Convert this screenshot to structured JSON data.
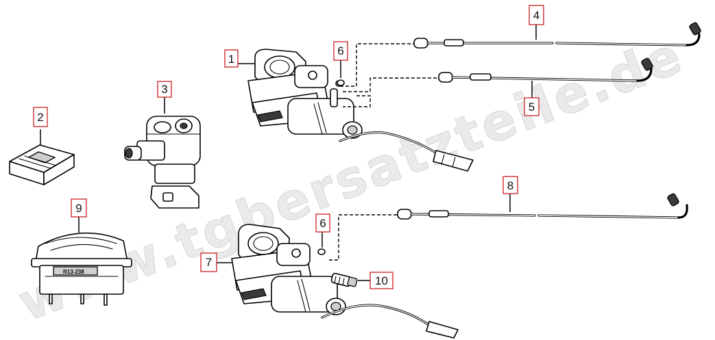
{
  "watermark": "www.tgbersatzteile.de",
  "switch_marking": "R13-238",
  "callouts": [
    {
      "id": "1",
      "label": "1"
    },
    {
      "id": "2",
      "label": "2"
    },
    {
      "id": "3",
      "label": "3"
    },
    {
      "id": "4",
      "label": "4"
    },
    {
      "id": "5",
      "label": "5"
    },
    {
      "id": "6a",
      "label": "6"
    },
    {
      "id": "6b",
      "label": "6"
    },
    {
      "id": "7",
      "label": "7"
    },
    {
      "id": "8",
      "label": "8"
    },
    {
      "id": "9",
      "label": "9"
    },
    {
      "id": "10",
      "label": "10"
    }
  ],
  "colors": {
    "callout_border": "#c81e1e",
    "line_art": "#000000",
    "watermark": "#d9d9d9"
  }
}
